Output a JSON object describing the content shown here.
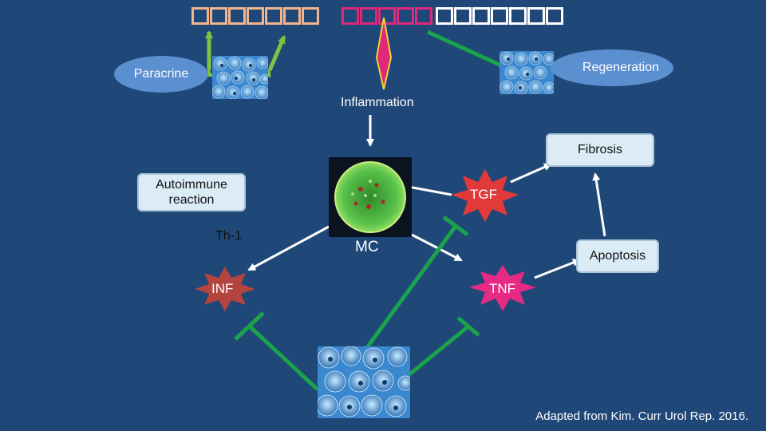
{
  "title_glyphs": {
    "orange_count": 7,
    "pink_count": 5,
    "white_count": 7
  },
  "nodes": {
    "paracrine": "Paracrine",
    "regeneration": "Regeneration",
    "inflammation": "Inflammation",
    "fibrosis": "Fibrosis",
    "autoimmune": "Autoimmune reaction",
    "th1": "Th-1",
    "mc": "MC",
    "tgf": "TGF",
    "apoptosis": "Apoptosis",
    "inf": "INF",
    "tnf": "TNF"
  },
  "citation": "Adapted from Kim. Curr Urol Rep. 2016.",
  "colors": {
    "background": "#1f4778",
    "green_arrow": "#7fc241",
    "inhibit_green": "#1aa34a",
    "pink": "#e0287a",
    "tgf_star": "#e23a3a",
    "inf_star": "#b5443f",
    "tnf_star": "#e62a84",
    "box_fill": "#dcecf6",
    "pill_fill": "#5a8fd0"
  }
}
